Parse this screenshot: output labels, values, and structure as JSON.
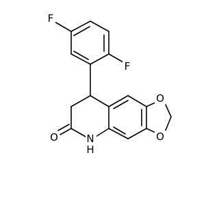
{
  "molecule": {
    "atoms": {
      "f_top": "F",
      "f_right": "F",
      "o_ring_top": "O",
      "o_ring_bottom": "O",
      "o_carbonyl": "O",
      "n_amide": "N",
      "h_amide": "H"
    },
    "colors": {
      "bond": "#000000",
      "label": "#000000",
      "background": "#ffffff"
    }
  }
}
